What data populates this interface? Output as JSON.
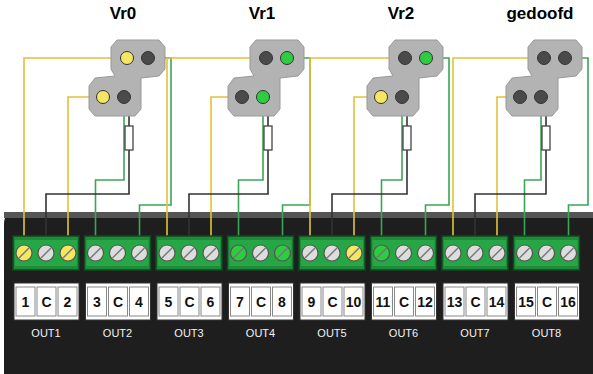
{
  "diagram": {
    "nodes": [
      {
        "text": [
          "Vr0"
        ]
      },
      {
        "text": [
          "Vr1"
        ]
      },
      {
        "text": [
          "Vr2"
        ]
      },
      {
        "text": [
          "gedoofd"
        ]
      }
    ],
    "labels": [
      "1",
      "C",
      "2",
      "3",
      "C",
      "4",
      "5",
      "C",
      "6",
      "7",
      "C",
      "8",
      "9",
      "C",
      "10",
      "11",
      "C",
      "12",
      "13",
      "C",
      "14",
      "15",
      "C",
      "16",
      "OUT1",
      "OUT2",
      "OUT3",
      "OUT4",
      "OUT5",
      "OUT6",
      "OUT7",
      "OUT8"
    ]
  }
}
